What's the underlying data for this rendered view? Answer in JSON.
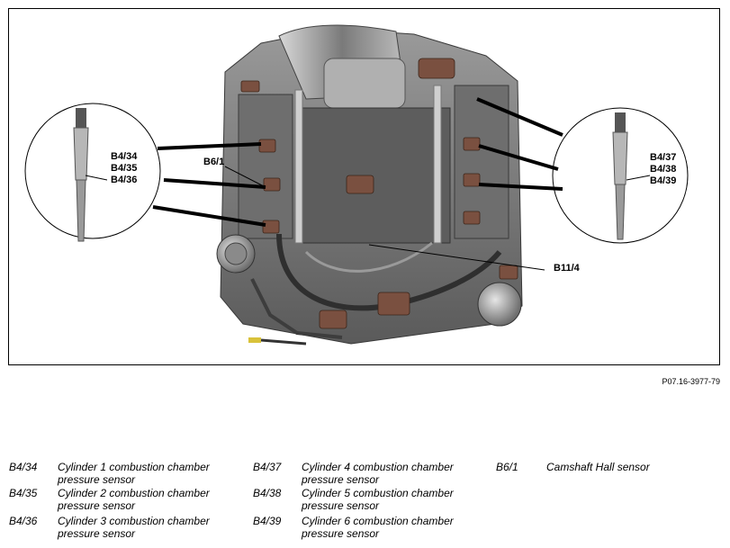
{
  "diagram": {
    "callouts": {
      "left_group": [
        "B4/34",
        "B4/35",
        "B4/36"
      ],
      "right_group": [
        "B4/37",
        "B4/38",
        "B4/39"
      ],
      "camshaft": "B6/1",
      "sensor_b11": "B11/4"
    },
    "figure_ref": "P07.16-3977-79"
  },
  "legend": [
    {
      "code": "B4/34",
      "desc": "Cylinder 1 combustion chamber pressure sensor"
    },
    {
      "code": "B4/35",
      "desc": "Cylinder 2 combustion chamber pressure sensor"
    },
    {
      "code": "B4/36",
      "desc": "Cylinder 3 combustion chamber pressure sensor"
    },
    {
      "code": "B4/37",
      "desc": "Cylinder 4 combustion chamber pressure sensor"
    },
    {
      "code": "B4/38",
      "desc": "Cylinder 5 combustion chamber pressure sensor"
    },
    {
      "code": "B4/39",
      "desc": "Cylinder 6 combustion chamber pressure sensor"
    },
    {
      "code": "B6/1",
      "desc": "Camshaft Hall sensor"
    }
  ],
  "colors": {
    "engine_dark": "#4a4a4a",
    "engine_mid": "#8c8c8c",
    "engine_light": "#c8c8c8",
    "sensor_brown": "#7a5040",
    "leader": "#000000"
  }
}
